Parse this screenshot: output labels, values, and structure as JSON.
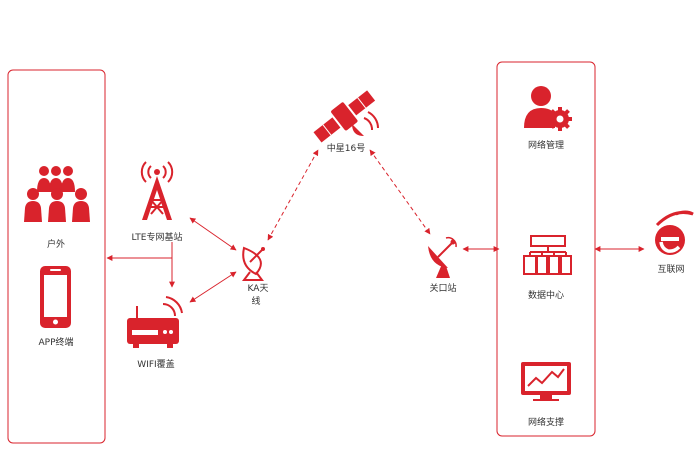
{
  "colors": {
    "accent": "#d9232c",
    "text": "#333333",
    "panel_border": "#d9232c"
  },
  "nodes": {
    "outdoor": {
      "label": "户外",
      "icon": "people-group-icon"
    },
    "app": {
      "label": "APP终端",
      "icon": "smartphone-icon"
    },
    "lte": {
      "label": "LTE专网基站",
      "icon": "cell-tower-icon"
    },
    "wifi": {
      "label": "WIFI覆盖",
      "icon": "wifi-router-icon"
    },
    "ka": {
      "label_line1": "KA天",
      "label_line2": "线",
      "icon": "satellite-dish-icon"
    },
    "satellite": {
      "label": "中星16号",
      "icon": "satellite-icon"
    },
    "gateway": {
      "label": "关口站",
      "icon": "satellite-dish-icon"
    },
    "network_mgmt": {
      "label": "网络管理",
      "icon": "user-gear-icon"
    },
    "data_center": {
      "label": "数据中心",
      "icon": "server-network-icon"
    },
    "network_support": {
      "label": "网络支撑",
      "icon": "monitor-chart-icon"
    },
    "internet": {
      "label": "互联网",
      "icon": "internet-explorer-icon"
    }
  }
}
